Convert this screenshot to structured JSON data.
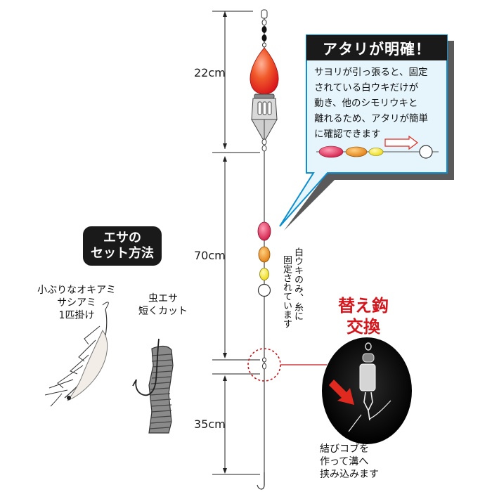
{
  "dimensions": {
    "top": "22cm",
    "middle": "70cm",
    "bottom": "35cm"
  },
  "callout": {
    "title": "アタリが明確！",
    "body": "サヨリが引っ張ると、固定\nされている白ウキだけが\n動き、他のシモリウキと\n離れるため、アタリが簡単\nに確認できます"
  },
  "bait": {
    "title": "エサの\nセット方法",
    "shrimp_label": "小ぶりなオキアミ\nサシアミ\n1匹掛け",
    "worm_label": "虫エサ\n短くカット"
  },
  "float_note": {
    "col1": "白ウキのみ、糸に",
    "col2": "固定されています"
  },
  "hook_swap": {
    "title": "替え鈎\n交換",
    "caption": "結びコブを\n作って溝へ\n挟み込みます"
  },
  "colors": {
    "float_red": "#d81d3a",
    "float_orange": "#e8841a",
    "float_yellow": "#f2e21c",
    "float_white": "#ffffff",
    "callout_panel": "#e6f5fc",
    "callout_border": "#0c8fd0",
    "title_bg": "#1a1a1a",
    "accent_red": "#d4161c",
    "arrow_red": "#e02a20"
  }
}
